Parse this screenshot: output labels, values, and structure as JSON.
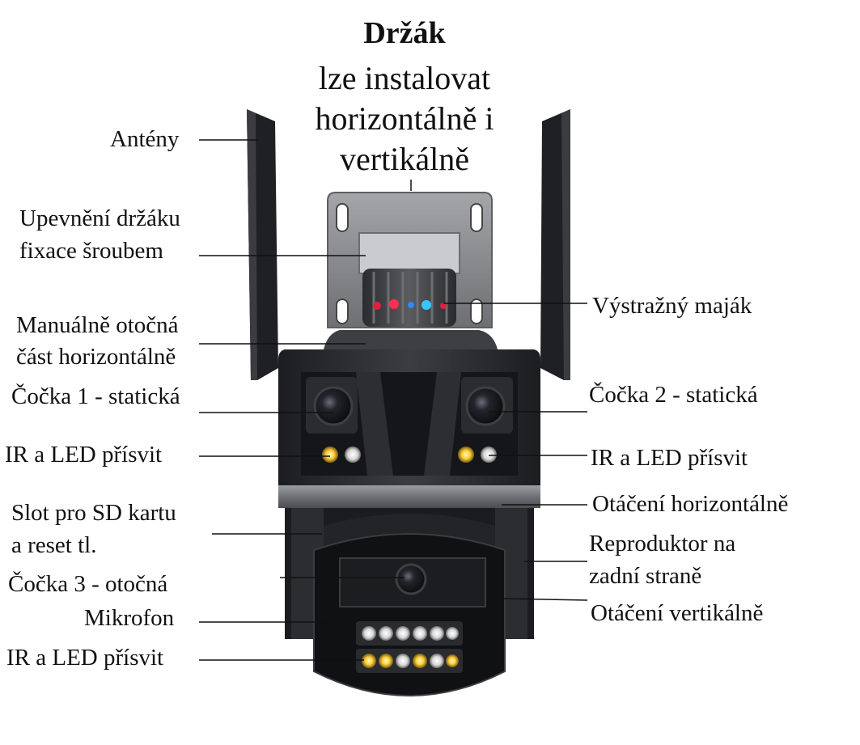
{
  "heading": {
    "title": "Držák",
    "line1": "lze instalovat",
    "line2": "horizontálně i",
    "line3": "vertikálně"
  },
  "labels_left": {
    "anteny": "Antény",
    "upevneni_1": "Upevnění držáku",
    "upevneni_2": "fixace šroubem",
    "manualne_1": "Manuálně otočná",
    "manualne_2": "část horizontálně",
    "cocka1": "Čočka 1 - statická",
    "ir_left_top": "IR a LED přísvit",
    "slot_1": "Slot pro SD kartu",
    "slot_2": "a reset tl.",
    "cocka3": "Čočka 3 - otočná",
    "mikrofon": "Mikrofon",
    "ir_left_bottom": "IR a LED přísvit"
  },
  "labels_right": {
    "majak": "Výstražný maják",
    "cocka2": "Čočka 2 - statická",
    "ir_right": "IR a LED přísvit",
    "otaceni_h": "Otáčení horizontálně",
    "reproduktor_1": "Reproduktor na",
    "reproduktor_2": "zadní straně",
    "otaceni_v": "Otáčení vertikálně"
  },
  "colors": {
    "body_dark": "#2a2b2e",
    "body_mid": "#55585d",
    "bracket": "#8a8c90",
    "lens": "#1a1c1f",
    "led_warm": "#ffd23a",
    "beacon_red": "#e0203a",
    "beacon_blue": "#2a8cff"
  }
}
